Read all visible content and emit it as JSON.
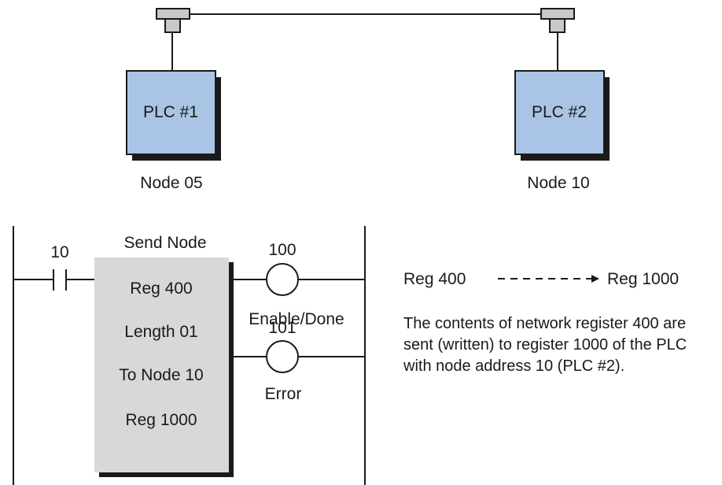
{
  "network": {
    "plc1": {
      "label": "PLC #1",
      "node": "Node 05"
    },
    "plc2": {
      "label": "PLC #2",
      "node": "Node 10"
    }
  },
  "ladder": {
    "contact_number": "10",
    "block_title": "Send Node",
    "block_lines": [
      "Reg  400",
      "Length  01",
      "To Node  10",
      "Reg  1000"
    ],
    "coil_done": {
      "number": "100",
      "label": "Enable/Done"
    },
    "coil_error": {
      "number": "101",
      "label": "Error"
    }
  },
  "transfer": {
    "from": "Reg 400",
    "to": "Reg 1000"
  },
  "description": "The contents of network register 400 are sent (written) to register 1000 of the PLC with node address 10 (PLC #2).",
  "colors": {
    "plc_box": "#a9c4e4",
    "block": "#d8d8d8",
    "shadow": "#1a1a1a",
    "tap": "#c8c8c8"
  }
}
